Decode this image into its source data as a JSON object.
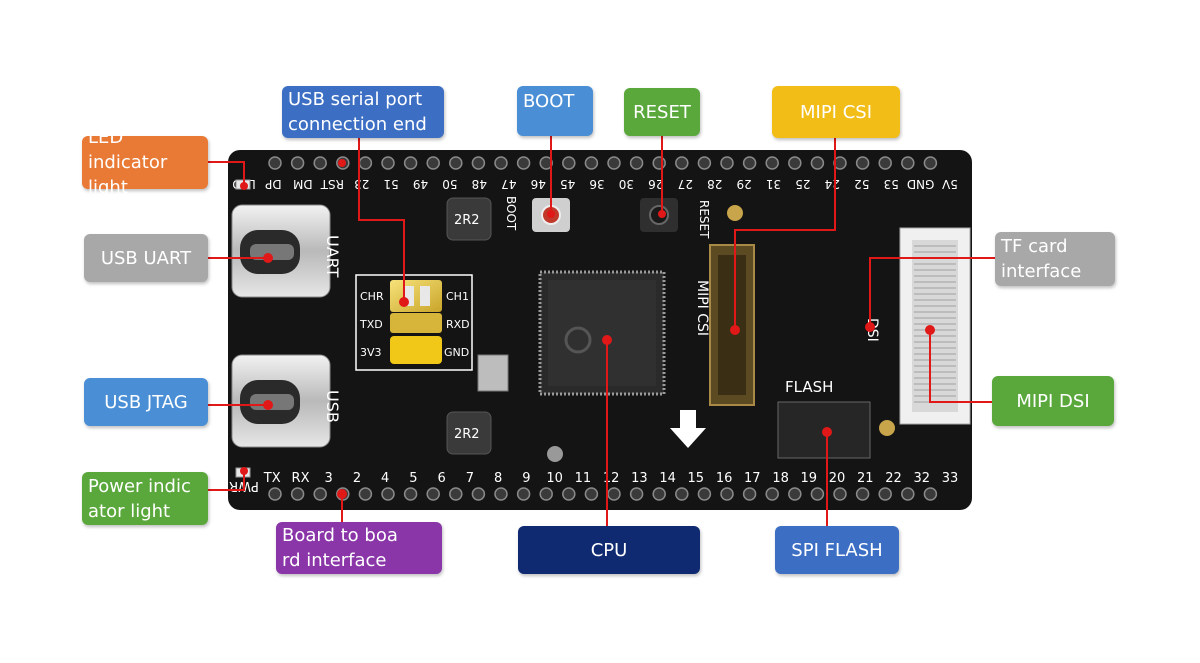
{
  "colors": {
    "board": "#141414",
    "leader": "#e01818",
    "orange": "#e97a35",
    "gray": "#a8a8a8",
    "light_blue": "#4a8fd6",
    "green": "#5aa83c",
    "purple": "#8a35a8",
    "blue": "#3c6fc4",
    "yellow": "#f2bd17",
    "navy": "#0f2a70"
  },
  "labels": {
    "led": "LED indicator\nlight",
    "usb_uart": "USB UART",
    "usb_jtag": "USB JTAG",
    "power": "Power indic\nator light",
    "usb_serial": "USB serial port\nconnection end",
    "boot": "BOOT",
    "reset": "RESET",
    "mipi_csi": "MIPI CSI",
    "tf_card": "TF card\ninterface",
    "mipi_dsi": "MIPI DSI",
    "board_to_board": "Board to boa\nrd interface",
    "cpu": "CPU",
    "spi_flash": "SPI FLASH"
  },
  "silkscreen": {
    "top_pins": [
      "LED",
      "DP",
      "DM",
      "RST",
      "23",
      "51",
      "49",
      "50",
      "48",
      "47",
      "46",
      "45",
      "36",
      "30",
      "26",
      "27",
      "28",
      "29",
      "31",
      "25",
      "24",
      "52",
      "53",
      "GND",
      "5V"
    ],
    "bottom_pins": [
      "PWR",
      "TX",
      "RX",
      "3",
      "2",
      "4",
      "5",
      "6",
      "7",
      "8",
      "9",
      "10",
      "11",
      "12",
      "13",
      "14",
      "15",
      "16",
      "17",
      "18",
      "19",
      "20",
      "21",
      "22",
      "32",
      "33"
    ],
    "uart": "UART",
    "usb": "USB",
    "boot": "BOOT",
    "reset": "RESET",
    "flash": "FLASH",
    "dsi": "DSI",
    "inductor": "2R2",
    "chr": "CHR",
    "txd": "TXD",
    "v33": "3V3",
    "ch1": "CH1",
    "rxd": "RXD",
    "gnd": "GND"
  }
}
